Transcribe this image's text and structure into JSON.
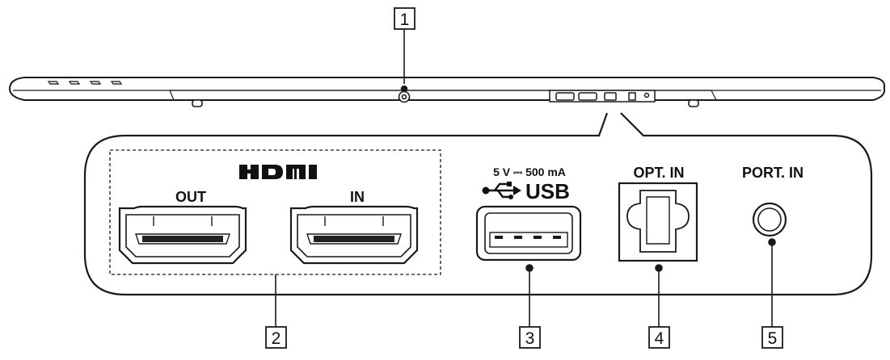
{
  "hdmi": {
    "logo": "HDMI",
    "out_label": "OUT",
    "in_label": "IN"
  },
  "usb": {
    "spec": "5 V ⎓ 500 mA",
    "label": "USB"
  },
  "optical": {
    "label": "OPT. IN"
  },
  "portable": {
    "label": "PORT. IN"
  },
  "callouts": [
    "1",
    "2",
    "3",
    "4",
    "5"
  ]
}
